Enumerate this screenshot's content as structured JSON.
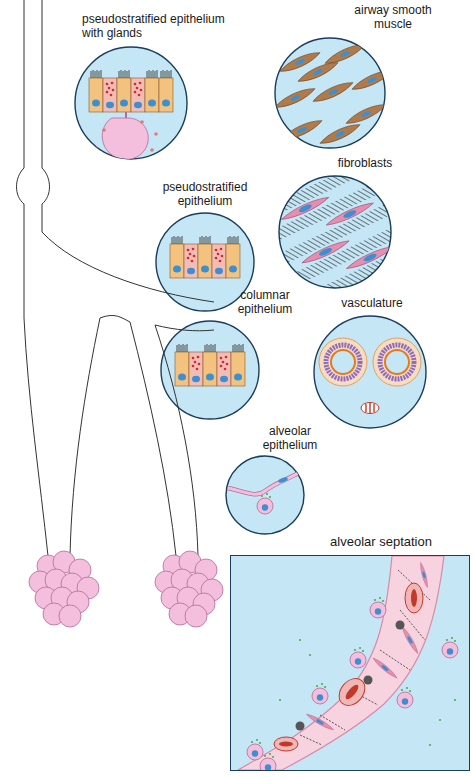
{
  "diagram": {
    "nodes": [
      {
        "text": [
          "pseudostratified epithelium with glands"
        ]
      },
      {
        "text": [
          "airway smooth muscle"
        ]
      },
      {
        "text": [
          "pseudostratified epithelium"
        ]
      },
      {
        "text": [
          "fibroblasts"
        ]
      },
      {
        "text": [
          "columnar epithelium"
        ]
      },
      {
        "text": [
          "vasculature"
        ]
      },
      {
        "text": [
          "alveolar epithelium"
        ]
      },
      {
        "text": [
          "alveolar septation"
        ]
      }
    ]
  }
}
